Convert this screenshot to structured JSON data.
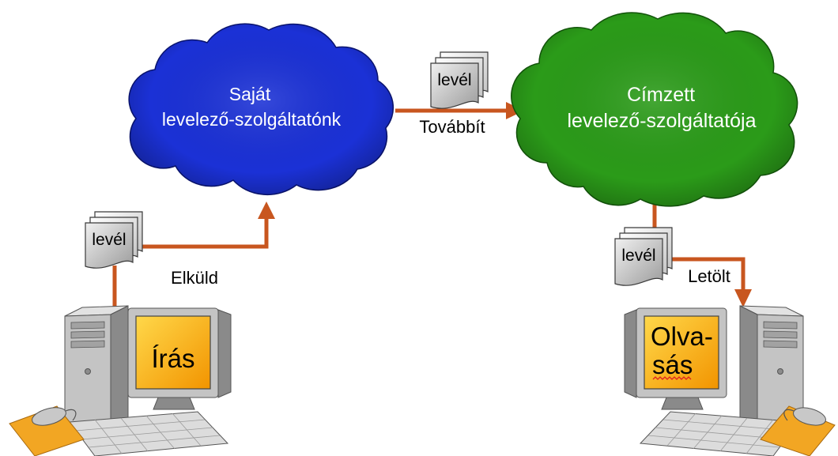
{
  "clouds": {
    "sender": {
      "line1": "Saját",
      "line2": "levelező-szolgáltatónk"
    },
    "recipient": {
      "line1": "Címzett",
      "line2": "levelező-szolgáltatója"
    }
  },
  "documents": {
    "forward": "levél",
    "send": "levél",
    "download": "levél"
  },
  "actions": {
    "forward": "Továbbít",
    "send": "Elküld",
    "download": "Letölt"
  },
  "computers": {
    "sender": {
      "screen": "Írás"
    },
    "recipient": {
      "screen_line1": "Olva-",
      "screen_line2": "sás"
    }
  },
  "colors": {
    "sender_cloud": "#1b31d6",
    "sender_cloud_edge": "#0a1470",
    "recipient_cloud": "#2b9b19",
    "recipient_cloud_edge": "#13560b",
    "cloud_text": "#ffffff",
    "arrow": "#c8561f",
    "screen_light": "#ffd84a",
    "screen_dark": "#f29400",
    "mousepad": "#f2a623",
    "spellcheck_underline": "#e02020"
  }
}
